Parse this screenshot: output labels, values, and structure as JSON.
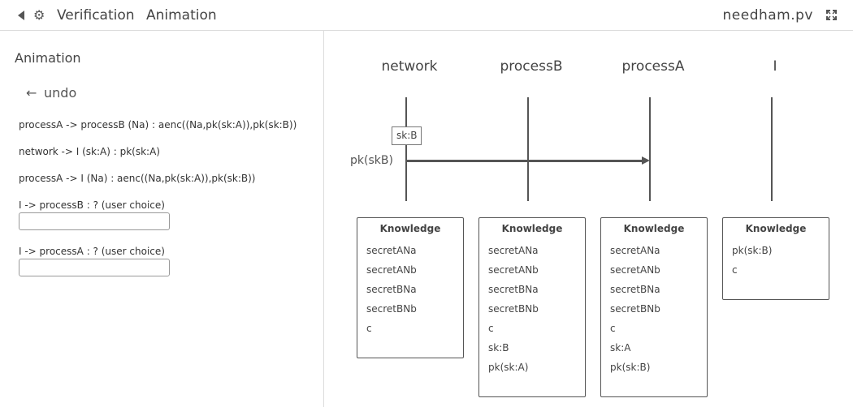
{
  "topbar": {
    "tab_verification": "Verification",
    "tab_animation": "Animation",
    "filename": "needham.pv"
  },
  "left": {
    "heading": "Animation",
    "undo_label": "undo",
    "steps": [
      "processA -> processB (Na) : aenc((Na,pk(sk:A)),pk(sk:B))",
      "network -> I (sk:A) : pk(sk:A)",
      "processA -> I (Na) : aenc((Na,pk(sk:A)),pk(sk:B))",
      "I -> processB : ? (user choice)",
      "I -> processA : ? (user choice)"
    ],
    "choice_b_value": "",
    "choice_a_value": ""
  },
  "diagram": {
    "processes": [
      "network",
      "processB",
      "processA",
      "I"
    ],
    "message_label": "pk(skB)",
    "message_tag": "sk:B",
    "knowledge_title": "Knowledge",
    "knowledge": [
      [
        "secretANa",
        "secretANb",
        "secretBNa",
        "secretBNb",
        "c"
      ],
      [
        "secretANa",
        "secretANb",
        "secretBNa",
        "secretBNb",
        "c",
        "sk:B",
        "pk(sk:A)"
      ],
      [
        "secretANa",
        "secretANb",
        "secretBNa",
        "secretBNb",
        "c",
        "sk:A",
        "pk(sk:B)"
      ],
      [
        "pk(sk:B)",
        "c"
      ]
    ]
  }
}
